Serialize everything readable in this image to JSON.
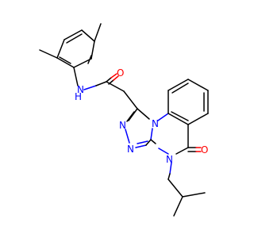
{
  "colors": {
    "background": "#ffffff",
    "carbon_bond": "#000000",
    "nitrogen": "#0000ff",
    "oxygen": "#ff0000"
  },
  "atoms": {
    "amide_nh": "N",
    "amide_h": "H",
    "amide_o": "O",
    "triazole_n1": "N",
    "triazole_n2": "N",
    "ring_n_bridge": "N",
    "ring_n_sub": "N",
    "ketone_o": "O"
  }
}
